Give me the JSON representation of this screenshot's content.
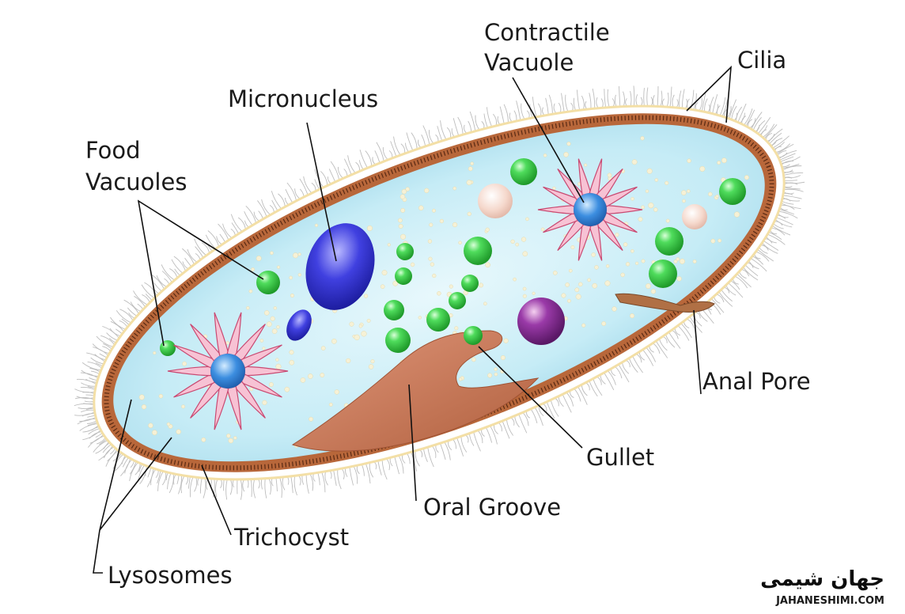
{
  "labels": {
    "contractile_vacuole": [
      "Contractile",
      "Vacuole"
    ],
    "cilia": "Cilia",
    "micronucleus": "Micronucleus",
    "food_vacuoles": [
      "Food",
      "Vacuoles"
    ],
    "anal_pore": "Anal Pore",
    "gullet": "Gullet",
    "oral_groove": "Oral Groove",
    "trichocyst": "Trichocyst",
    "lysosomes": "Lysosomes"
  },
  "watermark": {
    "brand_arabic": "جهان شیمی",
    "brand_latin": "JAHANESHIMI.COM"
  },
  "colors": {
    "membrane": "#b8673a",
    "cytoplasm": "#c6ecf6",
    "food_vacuole": "#3cc84a",
    "micronucleus": "#3a3ad6",
    "contractile_star": "#f5b0c8",
    "contractile_core": "#3c8ee0",
    "oral_groove": "#c8775a",
    "lysosome": "#f3eccd"
  }
}
